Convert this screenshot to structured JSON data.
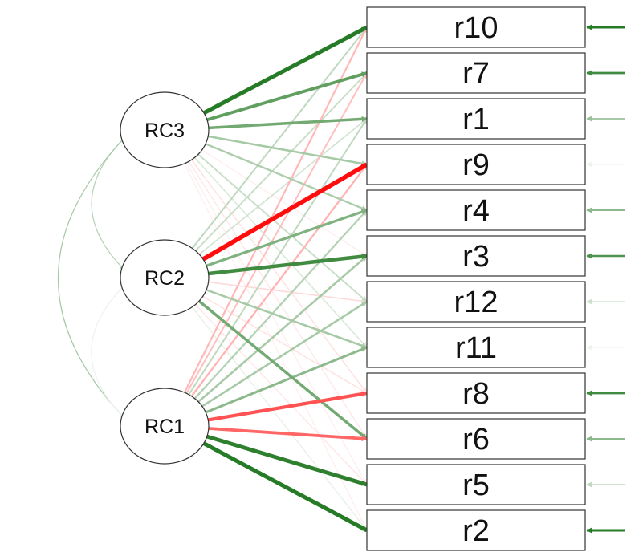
{
  "diagram": {
    "colors": {
      "positive": "#006400",
      "negative": "#ff0000",
      "background": "#ffffff",
      "node_stroke": "#333333"
    },
    "factors": [
      {
        "id": "RC3",
        "label": "RC3"
      },
      {
        "id": "RC2",
        "label": "RC2"
      },
      {
        "id": "RC1",
        "label": "RC1"
      }
    ],
    "items": [
      {
        "id": "r10",
        "label": "r10",
        "residual_strength": 0.85
      },
      {
        "id": "r7",
        "label": "r7",
        "residual_strength": 0.75
      },
      {
        "id": "r1",
        "label": "r1",
        "residual_strength": 0.4
      },
      {
        "id": "r9",
        "label": "r9",
        "residual_strength": 0.08
      },
      {
        "id": "r4",
        "label": "r4",
        "residual_strength": 0.45
      },
      {
        "id": "r3",
        "label": "r3",
        "residual_strength": 0.7
      },
      {
        "id": "r12",
        "label": "r12",
        "residual_strength": 0.2
      },
      {
        "id": "r11",
        "label": "r11",
        "residual_strength": 0.06
      },
      {
        "id": "r8",
        "label": "r8",
        "residual_strength": 0.75
      },
      {
        "id": "r6",
        "label": "r6",
        "residual_strength": 0.45
      },
      {
        "id": "r5",
        "label": "r5",
        "residual_strength": 0.25
      },
      {
        "id": "r2",
        "label": "r2",
        "residual_strength": 0.85
      }
    ],
    "loadings": [
      {
        "from": "RC3",
        "to": "r10",
        "value": 0.85
      },
      {
        "from": "RC3",
        "to": "r7",
        "value": 0.62
      },
      {
        "from": "RC3",
        "to": "r1",
        "value": 0.55
      },
      {
        "from": "RC3",
        "to": "r9",
        "value": 0.35
      },
      {
        "from": "RC3",
        "to": "r4",
        "value": 0.32
      },
      {
        "from": "RC3",
        "to": "r12",
        "value": 0.22
      },
      {
        "from": "RC3",
        "to": "r11",
        "value": 0.15
      },
      {
        "from": "RC3",
        "to": "r3",
        "value": -0.08
      },
      {
        "from": "RC3",
        "to": "r8",
        "value": -0.12
      },
      {
        "from": "RC3",
        "to": "r6",
        "value": -0.1
      },
      {
        "from": "RC3",
        "to": "r5",
        "value": -0.08
      },
      {
        "from": "RC3",
        "to": "r2",
        "value": -0.06
      },
      {
        "from": "RC2",
        "to": "r9",
        "value": -0.95
      },
      {
        "from": "RC2",
        "to": "r3",
        "value": 0.75
      },
      {
        "from": "RC2",
        "to": "r4",
        "value": 0.5
      },
      {
        "from": "RC2",
        "to": "r6",
        "value": 0.55
      },
      {
        "from": "RC2",
        "to": "r11",
        "value": 0.35
      },
      {
        "from": "RC2",
        "to": "r10",
        "value": 0.25
      },
      {
        "from": "RC2",
        "to": "r7",
        "value": 0.22
      },
      {
        "from": "RC2",
        "to": "r1",
        "value": 0.18
      },
      {
        "from": "RC2",
        "to": "r12",
        "value": -0.15
      },
      {
        "from": "RC2",
        "to": "r8",
        "value": -0.12
      },
      {
        "from": "RC2",
        "to": "r5",
        "value": -0.1
      },
      {
        "from": "RC2",
        "to": "r2",
        "value": 0.1
      },
      {
        "from": "RC1",
        "to": "r2",
        "value": 0.85
      },
      {
        "from": "RC1",
        "to": "r5",
        "value": 0.82
      },
      {
        "from": "RC1",
        "to": "r8",
        "value": -0.68
      },
      {
        "from": "RC1",
        "to": "r6",
        "value": -0.6
      },
      {
        "from": "RC1",
        "to": "r11",
        "value": 0.45
      },
      {
        "from": "RC1",
        "to": "r12",
        "value": 0.35
      },
      {
        "from": "RC1",
        "to": "r3",
        "value": 0.35
      },
      {
        "from": "RC1",
        "to": "r4",
        "value": 0.3
      },
      {
        "from": "RC1",
        "to": "r1",
        "value": 0.25
      },
      {
        "from": "RC1",
        "to": "r9",
        "value": -0.3
      },
      {
        "from": "RC1",
        "to": "r7",
        "value": -0.25
      },
      {
        "from": "RC1",
        "to": "r10",
        "value": -0.28
      }
    ],
    "correlations": [
      {
        "from": "RC3",
        "to": "RC2",
        "value": 0.3
      },
      {
        "from": "RC3",
        "to": "RC1",
        "value": 0.35
      },
      {
        "from": "RC2",
        "to": "RC1",
        "value": 0.08
      }
    ]
  }
}
